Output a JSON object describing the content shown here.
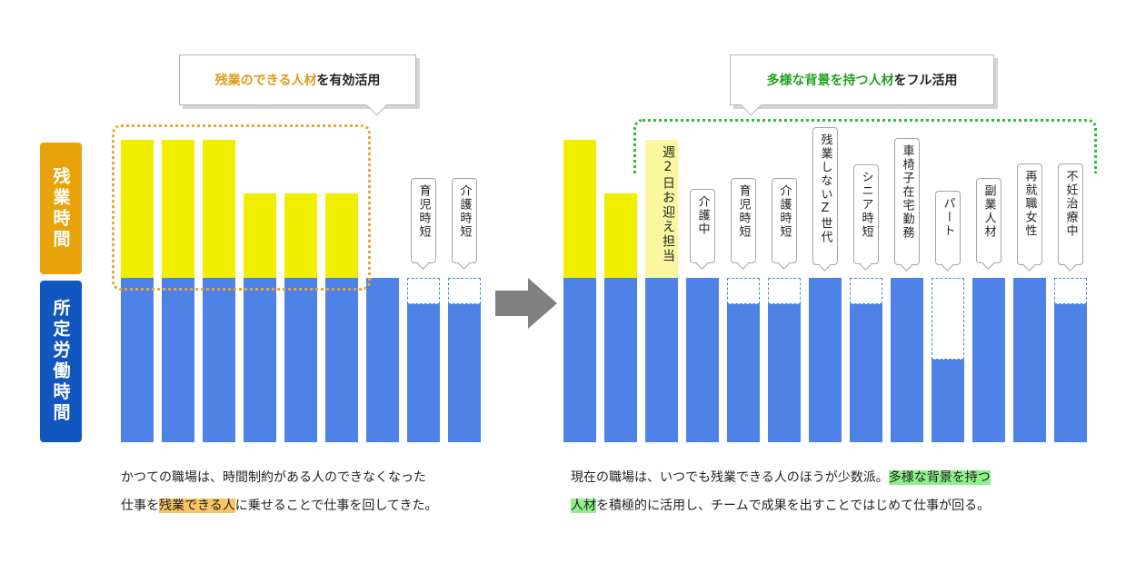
{
  "labels": {
    "overtime": "残業時間",
    "regular": "所定労働時間"
  },
  "left_callout": {
    "highlight": "残業のできる人材",
    "rest": "を有効活用"
  },
  "right_callout": {
    "highlight": "多様な背景を持つ人材",
    "rest": "をフル活用"
  },
  "left_tags": [
    "育児時短",
    "介護時短"
  ],
  "right_tags": [
    "週2日お迎え担当",
    "介護中",
    "育児時短",
    "介護時短",
    "残業しないZ世代",
    "シニア時短",
    "車椅子在宅勤務",
    "パート",
    "副業人材",
    "再就職女性",
    "不妊治療中"
  ],
  "caption_left": {
    "line1": "かつての職場は、時間制約がある人のできなくなった",
    "line2_pre": "仕事を",
    "line2_hl": "残業できる人",
    "line2_post": "に乗せることで仕事を回してきた。"
  },
  "caption_right": {
    "line1_pre": "現在の職場は、いつでも残業できる人のほうが少数派。",
    "line1_hl": "多様な背景を持つ",
    "line2_hl": "人材",
    "line2_post": "を積極的に活用し、チームで成果を出すことではじめて仕事が回る。"
  },
  "colors": {
    "overtime_label": "#e8a20a",
    "regular_label": "#1257c0",
    "overtime_bar": "#f2ee00",
    "regular_bar": "#4e82e6",
    "orange_accent": "#f0a430",
    "green_accent": "#2dbf2d",
    "arrow": "#808080"
  }
}
